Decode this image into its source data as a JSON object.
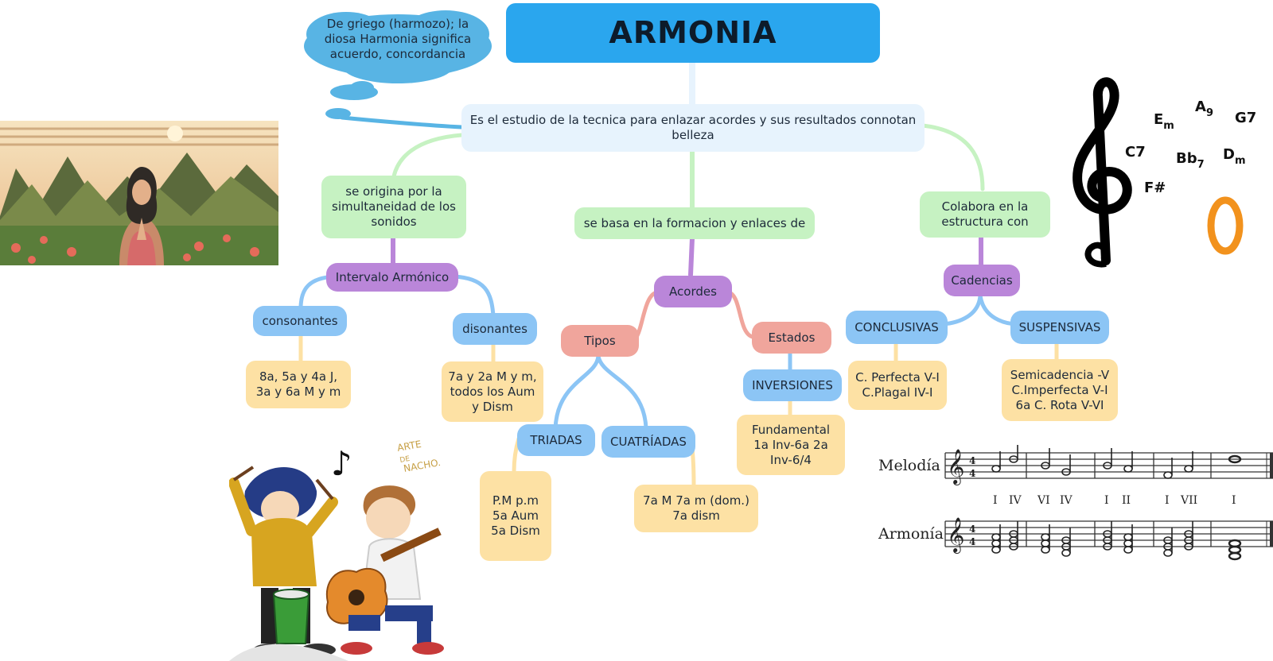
{
  "title": "ARMONIA",
  "etymology": "De griego (harmozo); la diosa Harmonia significa acuerdo, concordancia",
  "definition": "Es el estudio de la tecnica para enlazar acordes y sus resultados connotan belleza",
  "left": {
    "origin": "se origina por la simultaneidad de los sonidos",
    "interval": "Intervalo Armónico",
    "consonantes": "consonantes",
    "consonantes_detail": "8a, 5a y 4a J, 3a y 6a M y m",
    "disonantes": "disonantes",
    "disonantes_detail": "7a y 2a M y m, todos los Aum y Dism"
  },
  "center": {
    "basis": "se basa en la formacion y enlaces de",
    "acordes": "Acordes",
    "tipos": "Tipos",
    "triadas": "TRIADAS",
    "triadas_detail": "P.M p.m 5a Aum 5a Dism",
    "cuatriadas": "CUATRÍADAS",
    "cuatriadas_detail": "7a M 7a m (dom.) 7a dism",
    "estados": "Estados",
    "inversiones": "INVERSIONES",
    "inversiones_detail": "Fundamental 1a Inv-6a 2a Inv-6/4"
  },
  "right": {
    "colabora": "Colabora en la estructura con",
    "cadencias": "Cadencias",
    "conclusivas": "CONCLUSIVAS",
    "conclusivas_detail": "C. Perfecta V-I C.Plagal IV-I",
    "suspensivas": "SUSPENSIVAS",
    "suspensivas_detail": "Semicadencia -V C.Imperfecta V-I 6a C. Rota V-VI"
  },
  "images": {
    "clef_chords": [
      "Em",
      "A9",
      "G7",
      "C7",
      "Bb7",
      "Dm",
      "F#"
    ],
    "comic_signature": "ARTE DE NACHO.",
    "score_labels": {
      "melodia": "Melodía",
      "armonia": "Armonía",
      "numerals": [
        "I",
        "IV",
        "VI",
        "IV",
        "I",
        "II",
        "I",
        "VII",
        "I"
      ]
    }
  },
  "colors": {
    "title": "#2aa6ee",
    "green": "#c6f2c2",
    "purple": "#ba86d9",
    "blue": "#8cc5f5",
    "salmon": "#f0a59c",
    "yellow": "#fde1a4",
    "cloud": "#58b4e4"
  }
}
